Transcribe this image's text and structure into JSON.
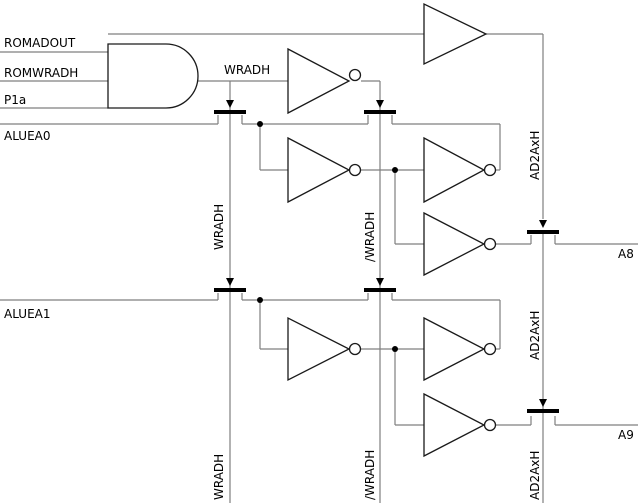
{
  "signals": {
    "romadout": "ROMADOUT",
    "romwradh": "ROMWRADH",
    "p1a": "P1a",
    "wradh_top": "WRADH",
    "aluea0": "ALUEA0",
    "aluea1": "ALUEA1",
    "a8": "A8",
    "a9": "A9",
    "wradh_mid": "WRADH",
    "wradh_bot": "WRADH",
    "nwradh_mid": "/WRADH",
    "nwradh_bot": "/WRADH",
    "ad2axh_1": "AD2AxH",
    "ad2axh_2": "AD2AxH",
    "ad2axh_3": "AD2AxH"
  },
  "colors": {
    "wire": "#7f7f7f",
    "gate": "#1a1a1a",
    "pass_bar": "#000000"
  }
}
